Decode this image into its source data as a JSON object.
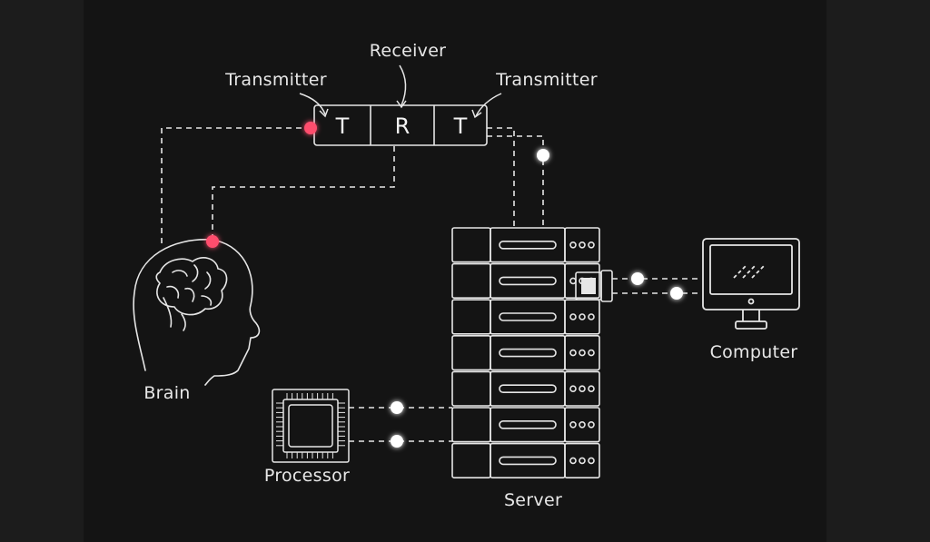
{
  "labels": {
    "receiver": "Receiver",
    "transmitter_left": "Transmitter",
    "transmitter_right": "Transmitter",
    "brain": "Brain",
    "computer": "Computer",
    "processor": "Processor",
    "server": "Server"
  },
  "transceiver_cells": [
    "T",
    "R",
    "T"
  ],
  "colors": {
    "background": "#141414",
    "line": "#e6e6e6",
    "accent_dot": "#ff4d6d",
    "node_dot": "#ffffff"
  },
  "server_rows": 7
}
